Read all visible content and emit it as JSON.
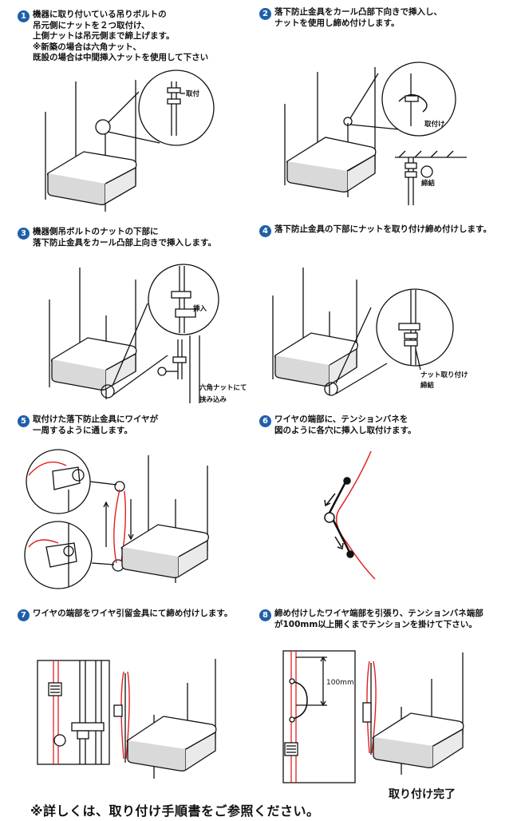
{
  "steps": [
    {
      "number": "1",
      "text": "機器に取り付いている吊りボルトの\n吊元側にナットを２つ取付け、\n上側ナットは吊元側まで締上げます。\n※新築の場合は六角ナット、\n既設の場合は中間挿入ナットを使用して下さい",
      "callouts": [
        "取付"
      ]
    },
    {
      "number": "2",
      "text": "落下防止金具をカール凸部下向きで挿入し、\nナットを使用し締め付けします。",
      "callouts": [
        "取付け",
        "締結"
      ]
    },
    {
      "number": "3",
      "text": "機器側吊ボルトのナットの下部に\n落下防止金具をカール凸部上向きで挿入します。",
      "callouts": [
        "挿入",
        "六角ナットにて",
        "挟み込み"
      ]
    },
    {
      "number": "4",
      "text": "落下防止金具の下部にナットを取り付け締め付けします。",
      "callouts": [
        "ナット取り付け",
        "締結"
      ]
    },
    {
      "number": "5",
      "text": "取付けた落下防止金具にワイヤが\n一周するように通します。",
      "callouts": []
    },
    {
      "number": "6",
      "text": "ワイヤの端部に、テンションバネを\n図のように各穴に挿入し取付けます。",
      "callouts": []
    },
    {
      "number": "7",
      "text": "ワイヤの端部をワイヤ引留金具にて締め付けします。",
      "callouts": []
    },
    {
      "number": "8",
      "text": "締め付けしたワイヤ端部を引張り、テンションバネ端部\nが100mm以上開くまでテンションを掛けて下さい。",
      "callouts": [
        "100mm"
      ]
    }
  ],
  "completion_label": "取り付け完了",
  "footer_note": "※詳しくは、取り付け手順書をご参照ください。",
  "colors": {
    "step_badge": "#1e5fa8",
    "wire": "#e02020",
    "line": "#111111",
    "box_side": "#d9d9d9"
  }
}
